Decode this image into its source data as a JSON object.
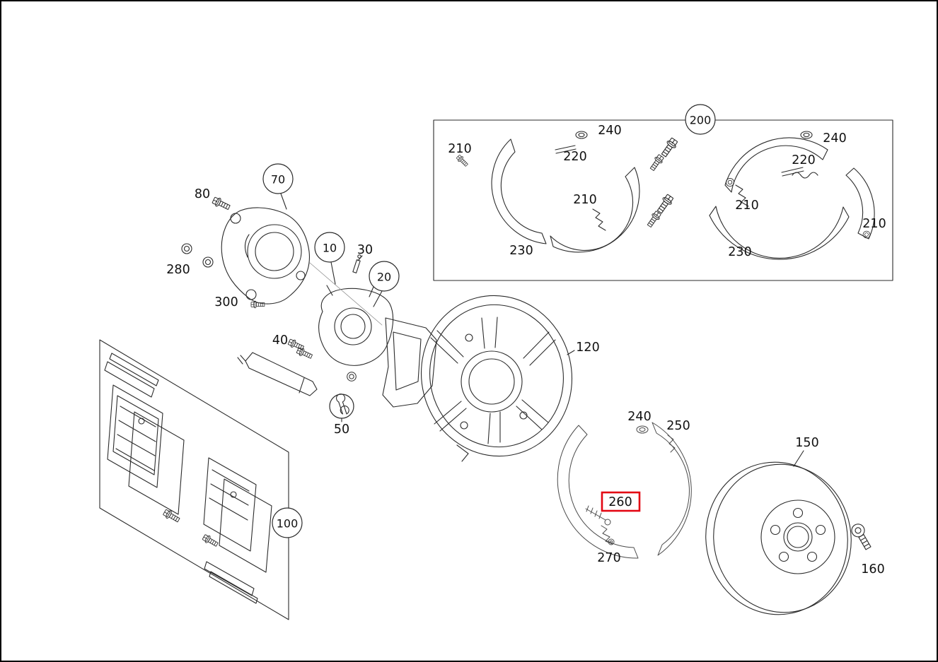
{
  "diagram": {
    "type": "exploded-parts-diagram",
    "subject": "Rear disc brake assembly",
    "colors": {
      "line": "#2b2b2b",
      "label": "#111111",
      "highlight": "#e30613",
      "background": "#ffffff"
    },
    "selected_callout": "260"
  },
  "callouts": [
    {
      "id": "200",
      "text": "200",
      "shape": "circle"
    },
    {
      "id": "240-1",
      "text": "240"
    },
    {
      "id": "210-1",
      "text": "210"
    },
    {
      "id": "220-1",
      "text": "220"
    },
    {
      "id": "210-2",
      "text": "210"
    },
    {
      "id": "230-1",
      "text": "230"
    },
    {
      "id": "240-2",
      "text": "240"
    },
    {
      "id": "220-2",
      "text": "220"
    },
    {
      "id": "210-3",
      "text": "210"
    },
    {
      "id": "230-2",
      "text": "230"
    },
    {
      "id": "210-4",
      "text": "210"
    },
    {
      "id": "70",
      "text": "70",
      "shape": "circle"
    },
    {
      "id": "80",
      "text": "80"
    },
    {
      "id": "280",
      "text": "280"
    },
    {
      "id": "300",
      "text": "300"
    },
    {
      "id": "10",
      "text": "10",
      "shape": "circle"
    },
    {
      "id": "30",
      "text": "30"
    },
    {
      "id": "20",
      "text": "20",
      "shape": "circle"
    },
    {
      "id": "40",
      "text": "40"
    },
    {
      "id": "50",
      "text": "50"
    },
    {
      "id": "120",
      "text": "120"
    },
    {
      "id": "100",
      "text": "100",
      "shape": "circle"
    },
    {
      "id": "240-3",
      "text": "240"
    },
    {
      "id": "250",
      "text": "250"
    },
    {
      "id": "260",
      "text": "260",
      "highlighted": true
    },
    {
      "id": "270",
      "text": "270"
    },
    {
      "id": "150",
      "text": "150"
    },
    {
      "id": "160",
      "text": "160"
    }
  ]
}
